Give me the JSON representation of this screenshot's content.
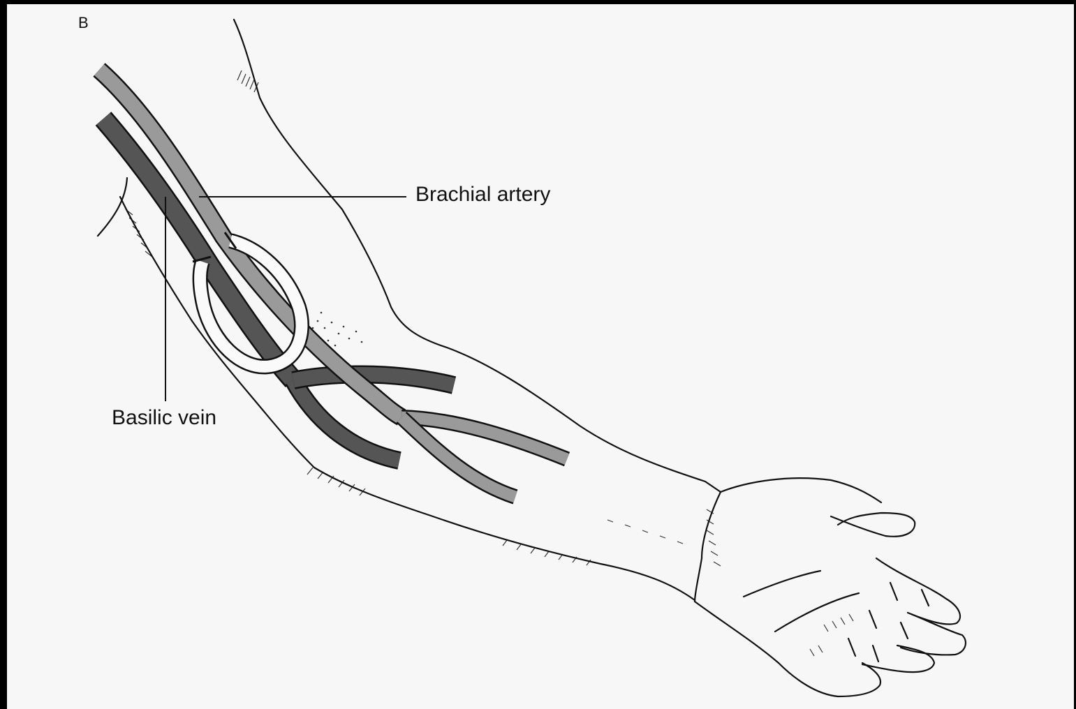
{
  "figure": {
    "panel_letter": "B",
    "labels": {
      "brachial_artery": "Brachial artery",
      "basilic_vein": "Basilic vein"
    },
    "colors": {
      "background": "#f7f7f7",
      "frame": "#000000",
      "outline": "#111111",
      "artery_fill": "#9a9a9a",
      "vein_fill": "#555555",
      "graft_fill": "#fafafa"
    }
  }
}
